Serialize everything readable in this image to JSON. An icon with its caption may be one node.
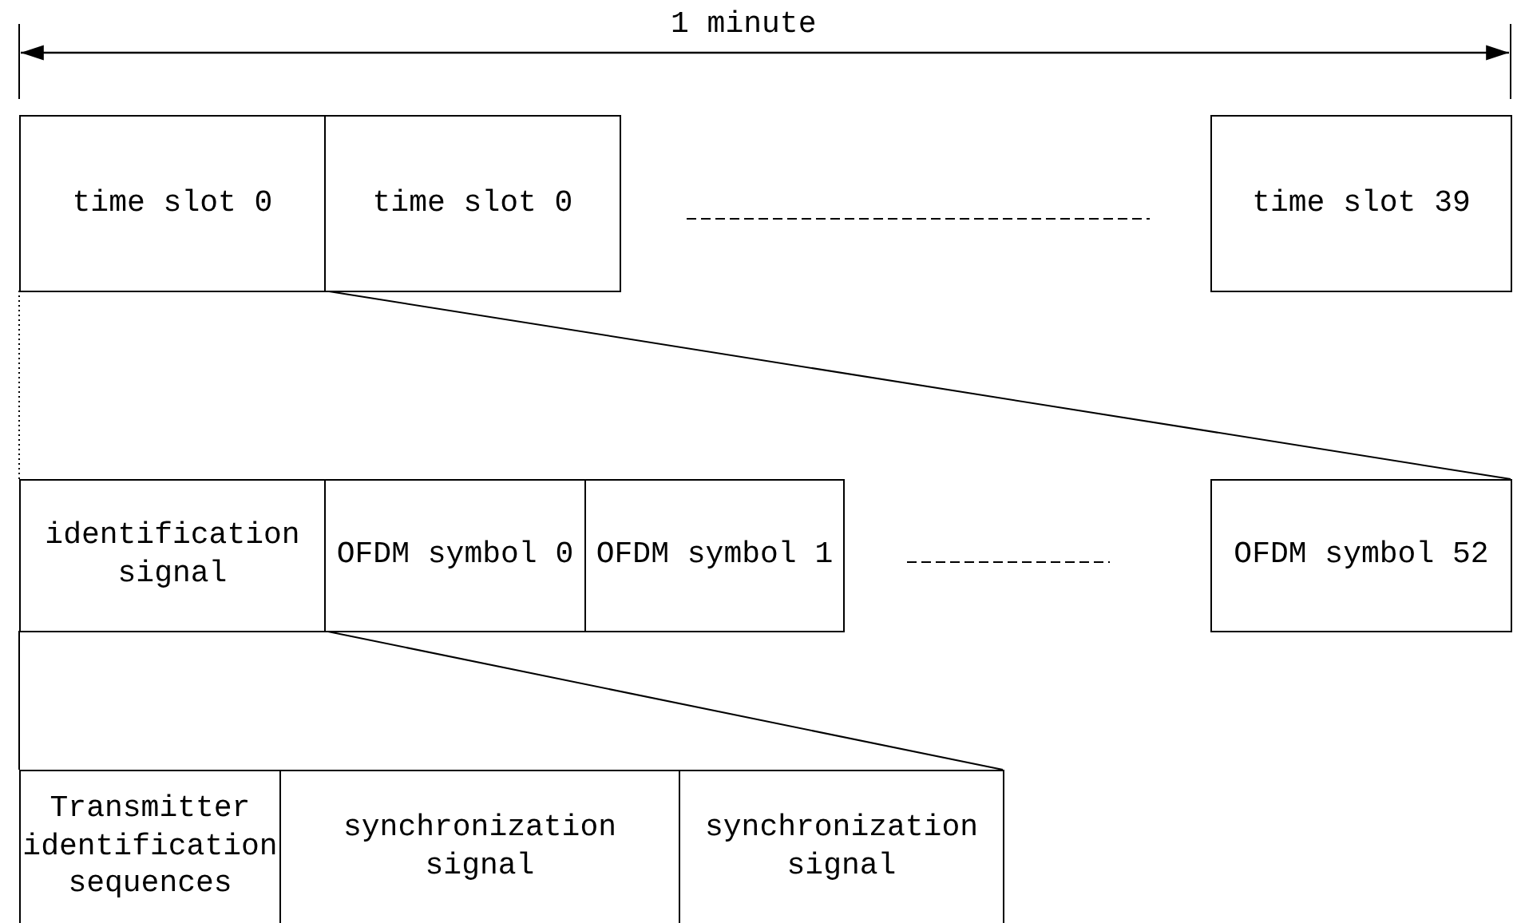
{
  "diagram": {
    "nodes": [
      {
        "text": [
          "time slot 0"
        ]
      },
      {
        "text": [
          "time slot 0"
        ]
      },
      {
        "text": [
          "time slot 39"
        ]
      },
      {
        "text": [
          "identification signal"
        ]
      },
      {
        "text": [
          "OFDM symbol 0"
        ]
      },
      {
        "text": [
          "OFDM symbol 1"
        ]
      },
      {
        "text": [
          "OFDM symbol 52"
        ]
      },
      {
        "text": [
          "Transmitter identification sequences"
        ]
      },
      {
        "text": [
          "synchronization signal"
        ]
      },
      {
        "text": [
          "synchronization signal"
        ]
      }
    ],
    "edges": [
      {
        "from": 0,
        "to": 3,
        "arrow": "none",
        "style": "dashed"
      },
      {
        "from": 0,
        "to": 6,
        "arrow": "none"
      },
      {
        "from": 3,
        "to": 7,
        "arrow": "none"
      },
      {
        "from": 3,
        "to": 9,
        "arrow": "none"
      }
    ],
    "labels": [
      "1 minute"
    ]
  }
}
